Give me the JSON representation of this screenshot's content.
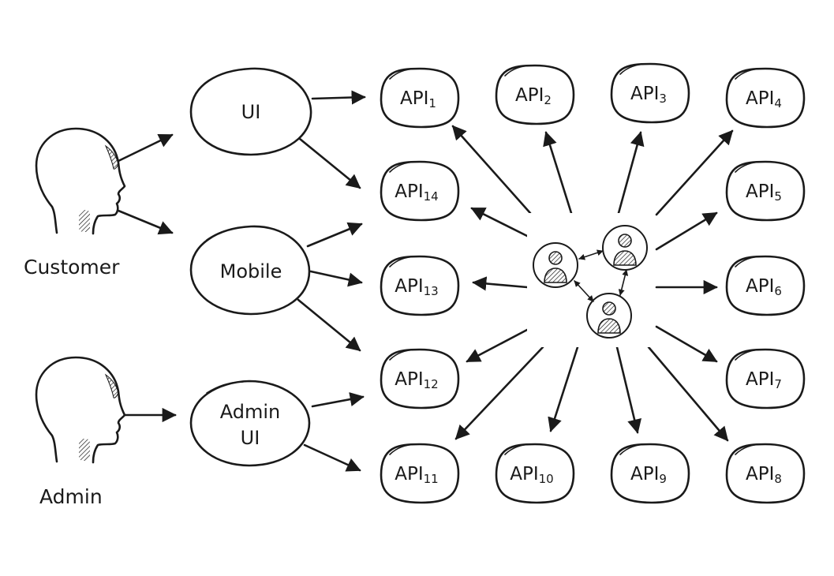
{
  "actors": {
    "customer": "Customer",
    "admin": "Admin"
  },
  "clients": {
    "ui": "UI",
    "mobile": "Mobile",
    "admin_ui_line1": "Admin",
    "admin_ui_line2": "UI"
  },
  "apis": [
    {
      "base": "API",
      "sub": "1"
    },
    {
      "base": "API",
      "sub": "2"
    },
    {
      "base": "API",
      "sub": "3"
    },
    {
      "base": "API",
      "sub": "4"
    },
    {
      "base": "API",
      "sub": "5"
    },
    {
      "base": "API",
      "sub": "6"
    },
    {
      "base": "API",
      "sub": "7"
    },
    {
      "base": "API",
      "sub": "8"
    },
    {
      "base": "API",
      "sub": "9"
    },
    {
      "base": "API",
      "sub": "10"
    },
    {
      "base": "API",
      "sub": "11"
    },
    {
      "base": "API",
      "sub": "12"
    },
    {
      "base": "API",
      "sub": "13"
    },
    {
      "base": "API",
      "sub": "14"
    }
  ],
  "icons": {
    "head": "person-head-icon",
    "team": "team-network-icon",
    "user": "user-avatar-icon"
  },
  "colors": {
    "ink": "#1a1a1a",
    "background": "#ffffff"
  }
}
